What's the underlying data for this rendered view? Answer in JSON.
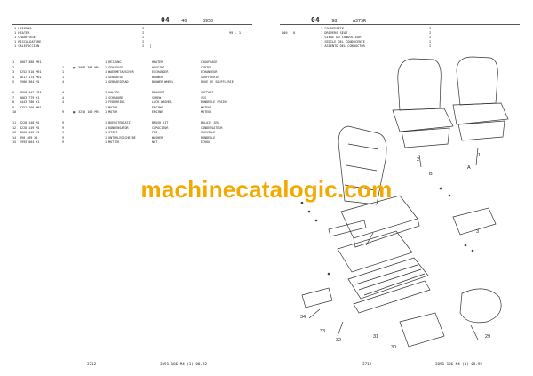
{
  "left": {
    "group": "04",
    "section": "40",
    "code": "8950",
    "names": [
      "1 HEIZUNG",
      "1 HEATER",
      "1 CHAUFFAGE",
      "1 RISCALDATORE",
      "1 CALEFACCION"
    ],
    "marks": [
      "I [",
      "I [",
      "I [",
      "I [",
      "I [ ["
    ],
    "right_ref": "99 - 1",
    "parts": [
      {
        "pos": "1",
        "part": "3087 388 M91",
        "ref": "",
        "qty": "",
        "de": "1 HEIZUNG",
        "en": "HEATER",
        "fr": "CHAUFFAGE"
      },
      {
        "pos": "2",
        "part": "",
        "ref": "▣= 3087 388 M91",
        "qty": "1",
        "de": "1 GEHAEUSE",
        "en": "HOUSING",
        "fr": "CARTER"
      },
      {
        "pos": "3",
        "part": "3252 510 M91",
        "ref": "",
        "qty": "1",
        "de": "1 WAERMETAUSCHER",
        "en": "EXCHANGER",
        "fr": "ECHANGEUR"
      },
      {
        "pos": "4",
        "part": "4817 174 M91",
        "ref": "",
        "qty": "1",
        "de": "1 GEBLAESE",
        "en": "BLOWER",
        "fr": "SOUFFLERIE"
      },
      {
        "pos": "5",
        "part": "2986 384 M1",
        "ref": "",
        "qty": "4",
        "de": "1 GEBLAESERAD",
        "en": "BLOWER WHEEL",
        "fr": "ROUE DE SOUFFLERIE"
      },
      {
        "pos": "6",
        "part": "3228 147 M91",
        "ref": "",
        "qty": "4",
        "de": "1 HALTER",
        "en": "BRACKET",
        "fr": "SUPPORT"
      },
      {
        "pos": "7",
        "part": "3063 779 X1",
        "ref": "",
        "qty": "4",
        "de": "1 SCHRAUBE",
        "en": "SCREW",
        "fr": "VIS"
      },
      {
        "pos": "8",
        "part": "1443 708 X1",
        "ref": "",
        "qty": "4",
        "de": "1 FEDERRING",
        "en": "LOCK WASHER",
        "fr": "RONDELLE FREIN"
      },
      {
        "pos": "9",
        "part": "3252 160 M91",
        "ref": "",
        "qty": "",
        "de": "1 MOTOR",
        "en": "ENGINE",
        "fr": "MOTEUR"
      },
      {
        "pos": "10",
        "part": "",
        "ref": "▣= 3252 160 M91",
        "qty": "9",
        "de": "1 MOTOR",
        "en": "ENGINE",
        "fr": "MOTEUR"
      },
      {
        "pos": "11",
        "part": "3228 148 M1",
        "ref": "",
        "qty": "9",
        "de": "1 BUERSTENSATZ",
        "en": "BRUSH KIT",
        "fr": "BALAIS JEU"
      },
      {
        "pos": "12",
        "part": "3228 149 M1",
        "ref": "",
        "qty": "9",
        "de": "1 KONDENSATOR",
        "en": "CAPACITOR",
        "fr": "CONDENSATEUR"
      },
      {
        "pos": "13",
        "part": "3066 442 X1",
        "ref": "",
        "qty": "9",
        "de": "1 STIFT",
        "en": "PEG",
        "fr": "CHEVILLE"
      },
      {
        "pos": "14",
        "part": "390 489 X1",
        "ref": "",
        "qty": "9",
        "de": "1 UNTERLEGSCHEIBE",
        "en": "WASHER",
        "fr": "RONDELLE"
      },
      {
        "pos": "15",
        "part": "2995 004 X1",
        "ref": "",
        "qty": "9",
        "de": "1 MUTTER",
        "en": "NUT",
        "fr": "ECROU"
      }
    ],
    "footer_left": "3712",
    "footer_right": "3091 186 M4 (1)  08.92"
  },
  "right": {
    "group": "04",
    "section": "98",
    "code": "A37SR",
    "names": [
      "1 FAHRERSITZ",
      "1 DRIVERS SEAT",
      "1 SIEGE DU CONDUCTEUR",
      "1 SEDILE DEL CONDUCENTE",
      "1 ASIENTO DEL CONDUCTOR"
    ],
    "marks": [
      "I [",
      "I [",
      "I [",
      "I [",
      "I ["
    ],
    "left_ref": "100 - 0",
    "callouts": [
      "2",
      "B",
      "1",
      "A",
      "3",
      "29",
      "34",
      "33",
      "32",
      "31",
      "30"
    ],
    "footer_left": "3712",
    "footer_right": "3091 186 M4 (1)  08.92"
  },
  "watermark": "machinecatalogic.com"
}
